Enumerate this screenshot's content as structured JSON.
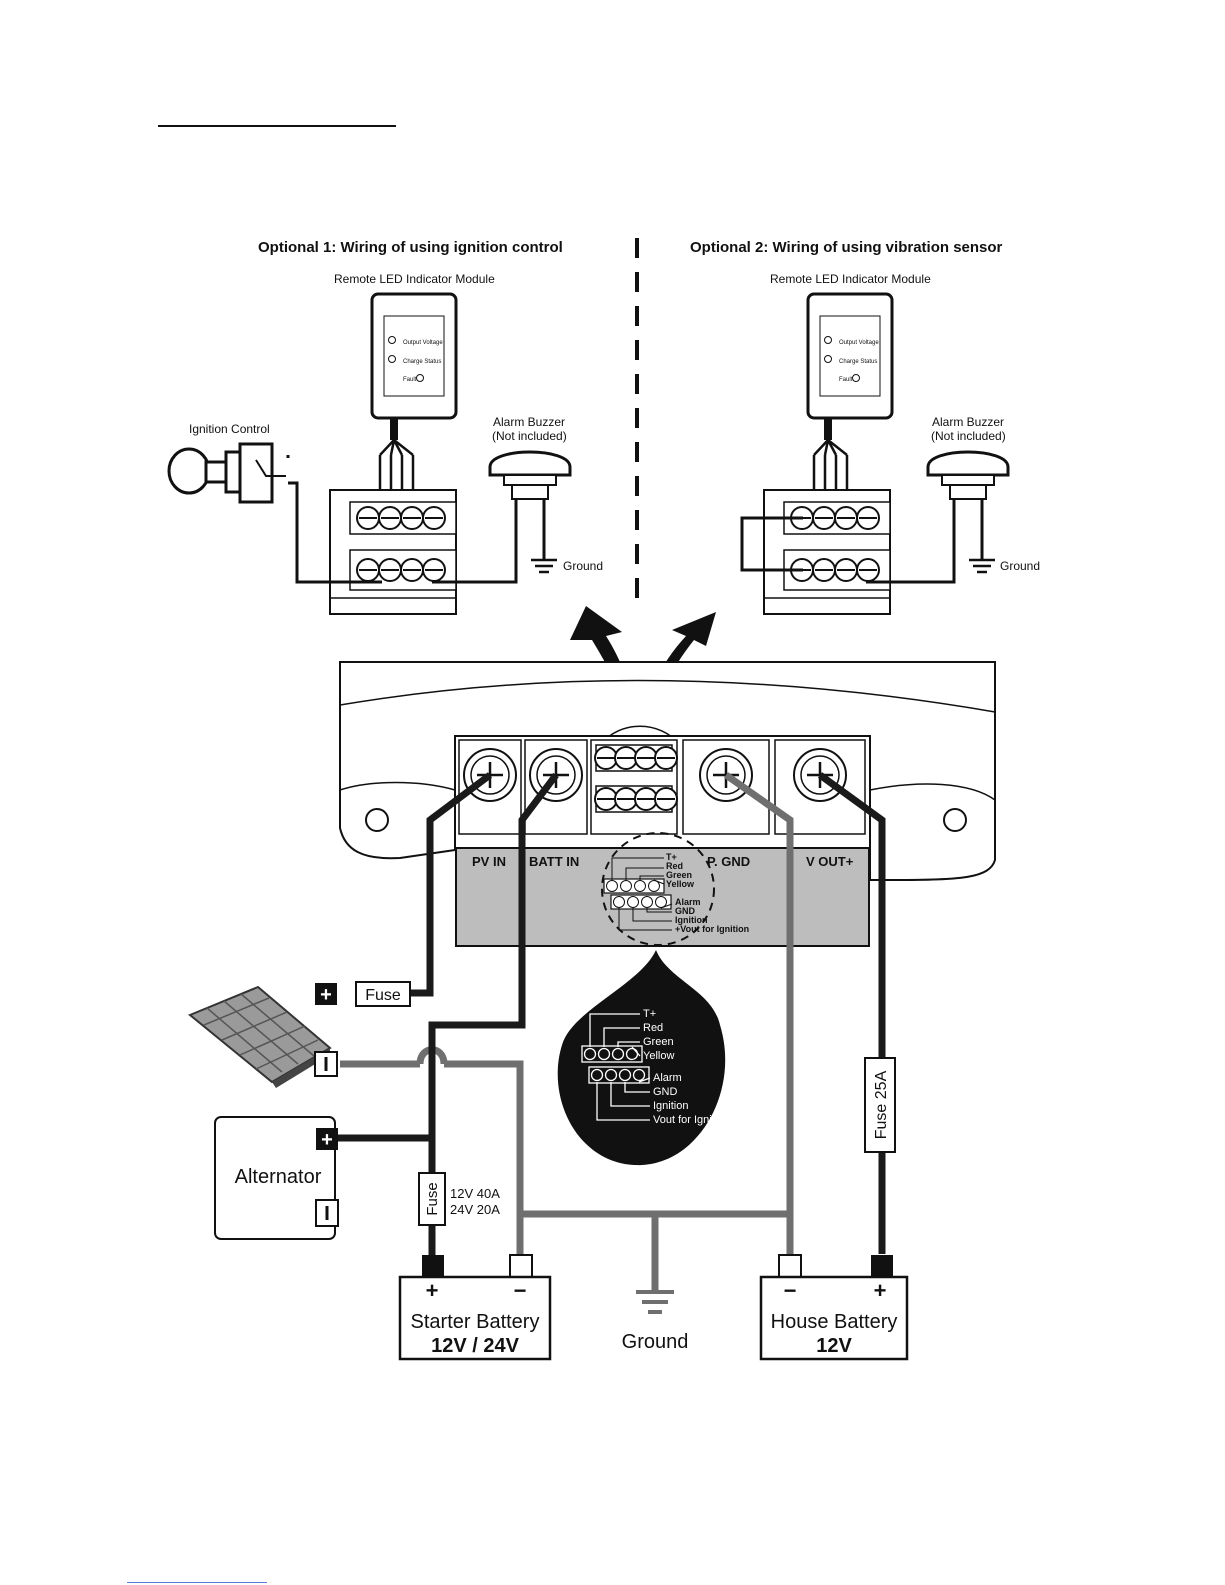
{
  "optional1": {
    "title": "Optional 1: Wiring of using ignition control",
    "module_label": "Remote LED Indicator Module",
    "ignition_label": "Ignition Control",
    "buzzer_label_1": "Alarm Buzzer",
    "buzzer_label_2": "(Not included)",
    "ground_label": "Ground"
  },
  "optional2": {
    "title": "Optional 2: Wiring of using vibration sensor",
    "module_label": "Remote LED Indicator Module",
    "buzzer_label_1": "Alarm Buzzer",
    "buzzer_label_2": "(Not included)",
    "ground_label": "Ground"
  },
  "led_module": {
    "output_voltage": "Output Voltage",
    "charge_status": "Charge Status",
    "fault": "Fault"
  },
  "terminals": {
    "pv_in": "PV IN",
    "batt_in": "BATT IN",
    "p_gnd": "P. GND",
    "v_out": "V OUT+"
  },
  "pinout": {
    "t_plus": "T+",
    "red": "Red",
    "green": "Green",
    "yellow": "Yellow",
    "alarm": "Alarm",
    "gnd": "GND",
    "ignition": "Ignition",
    "vout_small": "+Vout for Ignition",
    "vout_large": "Vout for Ignition"
  },
  "wiring": {
    "fuse": "Fuse",
    "plus": "+",
    "minus": "−",
    "alternator": "Alternator",
    "fuse_rating_1": "12V 40A",
    "fuse_rating_2": "24V 20A",
    "fuse_25a": "Fuse 25A",
    "starter_battery": "Starter Battery",
    "starter_voltage": "12V / 24V",
    "house_battery": "House Battery",
    "house_voltage": "12V",
    "ground": "Ground"
  },
  "colors": {
    "panel_grey": "#bdbdbd",
    "wire_dark": "#1a1a1a",
    "wire_grey": "#6f6f6f",
    "bubble": "#111111"
  }
}
